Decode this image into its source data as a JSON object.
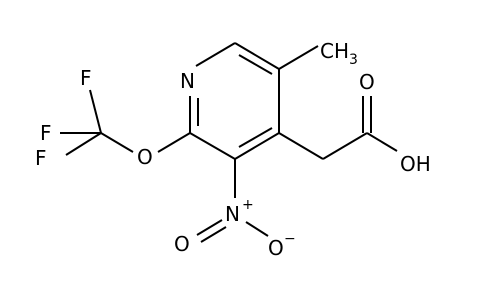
{
  "molecule": {
    "atoms": {
      "nitrogen_ring": "N",
      "fluorine_top": "F",
      "fluorine_middle": "F",
      "fluorine_bottom": "F",
      "ether_oxygen": "O",
      "nitro_nitrogen": "N",
      "nitro_plus": "+",
      "nitro_oxygen_left": "O",
      "nitro_oxygen_right": "O",
      "nitro_minus": "−",
      "carbonyl_oxygen": "O",
      "hydroxyl": "OH",
      "methyl": "CH",
      "methyl_subscript": "3"
    }
  },
  "colors": {
    "bond": "#000000",
    "label": "#000000",
    "background": "#ffffff"
  }
}
